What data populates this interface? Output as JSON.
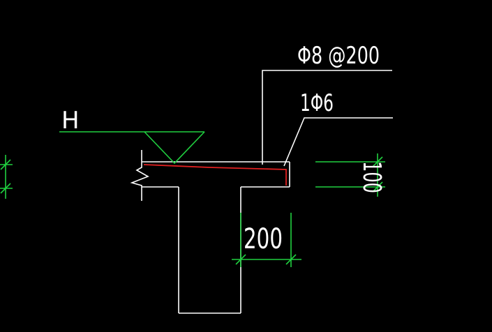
{
  "labels": {
    "top_rebar": "Φ8 @200",
    "edge_rebar": "1Φ6",
    "level_mark": "H",
    "width_dim": "200",
    "height_dim": "100"
  },
  "colors": {
    "background": "#000000",
    "outline": "#ffffff",
    "dimension": "#20d040",
    "rebar": "#e02020"
  }
}
